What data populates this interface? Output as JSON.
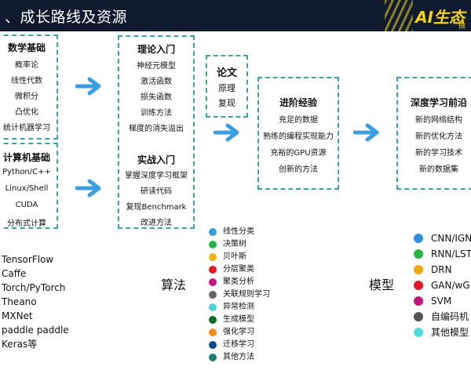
{
  "header": {
    "title": "、成长路线及资源",
    "logo": "AI生态",
    "logo_sub": "微"
  },
  "math": {
    "head": "数学基础",
    "items": [
      "概率论",
      "线性代数",
      "微积分",
      "凸优化",
      "统计机器学习"
    ]
  },
  "computer": {
    "head": "计算机基础",
    "items": [
      "Python/C++",
      "Linux/Shell",
      "CUDA",
      "分布式计算"
    ]
  },
  "theory": {
    "head": "理论入门",
    "items": [
      "神经元模型",
      "激活函数",
      "损失函数",
      "训练方法",
      "梯度的消失溢出"
    ]
  },
  "practice": {
    "head": "实战入门",
    "items": [
      "掌握深度学习框架",
      "研读代码",
      "复现Benchmark",
      "改进方法"
    ]
  },
  "paper": {
    "head": "论文",
    "items": [
      "原理",
      "复现"
    ]
  },
  "advanced": {
    "head": "进阶经验",
    "items": [
      "充足的数据",
      "熟练的编程实现能力",
      "充裕的GPU资源",
      "创新的方法"
    ]
  },
  "frontier": {
    "head": "深度学习前沿",
    "items": [
      "新的网络结构",
      "新的优化方法",
      "新的学习技术",
      "新的数据集"
    ]
  },
  "frameworks": [
    "TensorFlow",
    "Caffe",
    "Torch/PyTorch",
    "Theano",
    "MXNet",
    "paddle paddle",
    "Keras等"
  ],
  "algorithm_label": "算法",
  "model_label": "模型",
  "algorithms": [
    {
      "label": "线性分类",
      "color": "#3a9be0"
    },
    {
      "label": "决策树",
      "color": "#27b548"
    },
    {
      "label": "贝叶斯",
      "color": "#f0b512"
    },
    {
      "label": "分层聚类",
      "color": "#e0182a"
    },
    {
      "label": "聚类分析",
      "color": "#c2187e"
    },
    {
      "label": "关联规则学习",
      "color": "#666666"
    },
    {
      "label": "异常检测",
      "color": "#4fd4d4"
    },
    {
      "label": "生成模型",
      "color": "#0d6b2a"
    },
    {
      "label": "强化学习",
      "color": "#f58a1c"
    },
    {
      "label": "迁移学习",
      "color": "#0f4a8a"
    },
    {
      "label": "其他方法",
      "color": "#1e7e74"
    }
  ],
  "models": [
    {
      "label": "CNN/IGN",
      "color": "#2f8fe0"
    },
    {
      "label": "RNN/LST",
      "color": "#27b548"
    },
    {
      "label": "DRN",
      "color": "#f0a812"
    },
    {
      "label": "GAN/wG",
      "color": "#e0182a"
    },
    {
      "label": "SVM",
      "color": "#c2187e"
    },
    {
      "label": "自编码机",
      "color": "#555555"
    },
    {
      "label": "其他模型",
      "color": "#4fdcdc"
    }
  ],
  "colors": {
    "accent": "#3f9fa4",
    "arrow": "#3a9ee0",
    "header_bg": "#0f1a2e",
    "logo": "#f3d21a"
  }
}
